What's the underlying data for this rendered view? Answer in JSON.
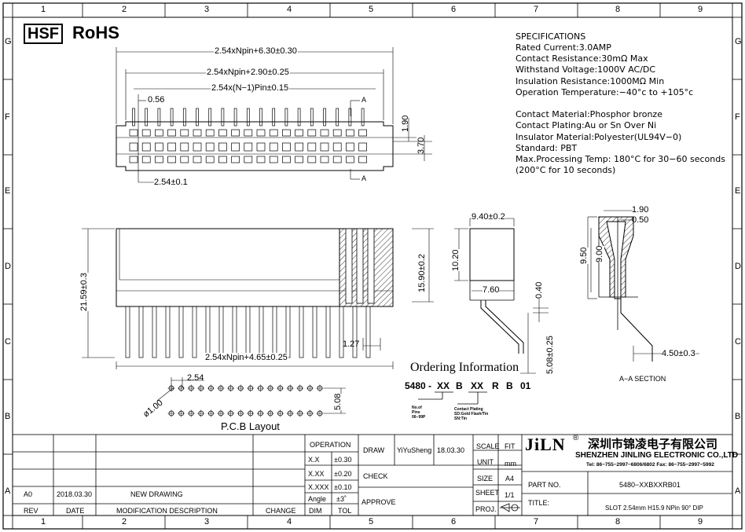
{
  "grid": {
    "columns": [
      "1",
      "2",
      "3",
      "4",
      "5",
      "6",
      "7",
      "8",
      "9"
    ],
    "rows": [
      "G",
      "F",
      "E",
      "D",
      "C",
      "B",
      "A"
    ]
  },
  "badges": {
    "hsf": "HSF",
    "rohs": "RoHS"
  },
  "specifications": {
    "heading": "SPECIFICATIONS",
    "lines": [
      "Rated  Current:3.0AMP",
      "Contact  Resistance:30mΩ  Max",
      "Withstand  Voltage:1000V  AC/DC",
      "Insulation  Resistance:1000MΩ  Min",
      "Operation  Temperature:−40°c  to  +105°c",
      "",
      "Contact  Material:Phosphor  bronze",
      "Contact  Plating:Au  or  Sn  Over  Ni",
      "Insulator  Material:Polyester(UL94V−0)",
      "Standard:                    PBT",
      "Max.Processing  Temp:  180°C  for  30−60  seconds",
      "                                  (200°C  for  10  seconds)"
    ]
  },
  "dimensions": {
    "top_overall": "2.54xNpin+6.30±0.30",
    "top_middle": "2.54xNpin+2.90±0.25",
    "top_pitch": "2.54x(N−1)Pin±0.15",
    "pin_width": "0.56",
    "pitch": "2.54±0.1",
    "right_1": "1.90",
    "right_2": "3.70",
    "section_mark_top": "A",
    "section_mark_bottom": "A",
    "front_height": "21.59±0.3",
    "front_inner": "15.90±0.2",
    "front_width": "2.54xNpin+4.65±0.25",
    "front_small": "1.27",
    "side_width": "9.40±0.2",
    "side_height": "10.20",
    "side_depth": "7.60",
    "side_pin": "0.40",
    "side_tail": "5.08±0.25",
    "sec_top_1": "1.90",
    "sec_top_2": "0.50",
    "sec_h1": "9.50",
    "sec_h2": "9.00",
    "sec_offset": "4.50±0.3",
    "section_label": "A−A  SECTION",
    "pcb_pitch": "2.54",
    "pcb_hole": "ø1.00",
    "pcb_row": "5.08",
    "pcb_title": "P.C.B  Layout"
  },
  "ordering": {
    "title": "Ordering  Information",
    "code": [
      "5480 -",
      "XX",
      "B",
      "XX",
      "R",
      "B",
      "01"
    ],
    "note_pins": [
      "No.of",
      "Pins",
      "06−99P"
    ],
    "note_plating": [
      "Contact  Plating",
      "SD:Gold  Flash/Tin",
      "SN:Tin"
    ]
  },
  "title_block": {
    "revision": {
      "rev": "A0",
      "date": "2018.03.30",
      "description": "NEW  DRAWING"
    },
    "headers": {
      "rev": "REV",
      "date": "DATE",
      "description": "MODIFICATION  DESCRIPTION",
      "change": "CHANGE",
      "dim": "DIM",
      "tol": "TOL"
    },
    "operation": "OPERATION",
    "tolerances": [
      {
        "dim": "X.X",
        "tol": "±0.30"
      },
      {
        "dim": "X.XX",
        "tol": "±0.20"
      },
      {
        "dim": "X.XXX",
        "tol": "±0.10"
      },
      {
        "dim": "Angle",
        "tol": "±3˚"
      }
    ],
    "draw_label": "DRAW",
    "drawer": "YiYuSheng",
    "draw_date": "18.03.30",
    "check_label": "CHECK",
    "approve_label": "APPROVE",
    "scale_label": "SCALE",
    "scale": "FIT",
    "unit_label": "UNIT",
    "unit": "mm",
    "size_label": "SIZE",
    "size": "A4",
    "sheet_label": "SHEET",
    "sheet": "1/1",
    "proj_label": "PROJ.",
    "logo": "JiLN",
    "logo_mark": "®",
    "company_cn": "深圳市锦凌电子有限公司",
    "company_en": "SHENZHEN  JINLING  ELECTRONIC  CO.,LTD",
    "contact": "Tel:  86−755−2997−6806/6802    Fax:  86−755−2997−5992",
    "part_no_label": "PART  NO.",
    "part_no": "5480−XXBXXRB01",
    "title_label": "TITLE:",
    "title": "SLOT  2.54mm  H15.9  NPin  90°  DIP"
  }
}
